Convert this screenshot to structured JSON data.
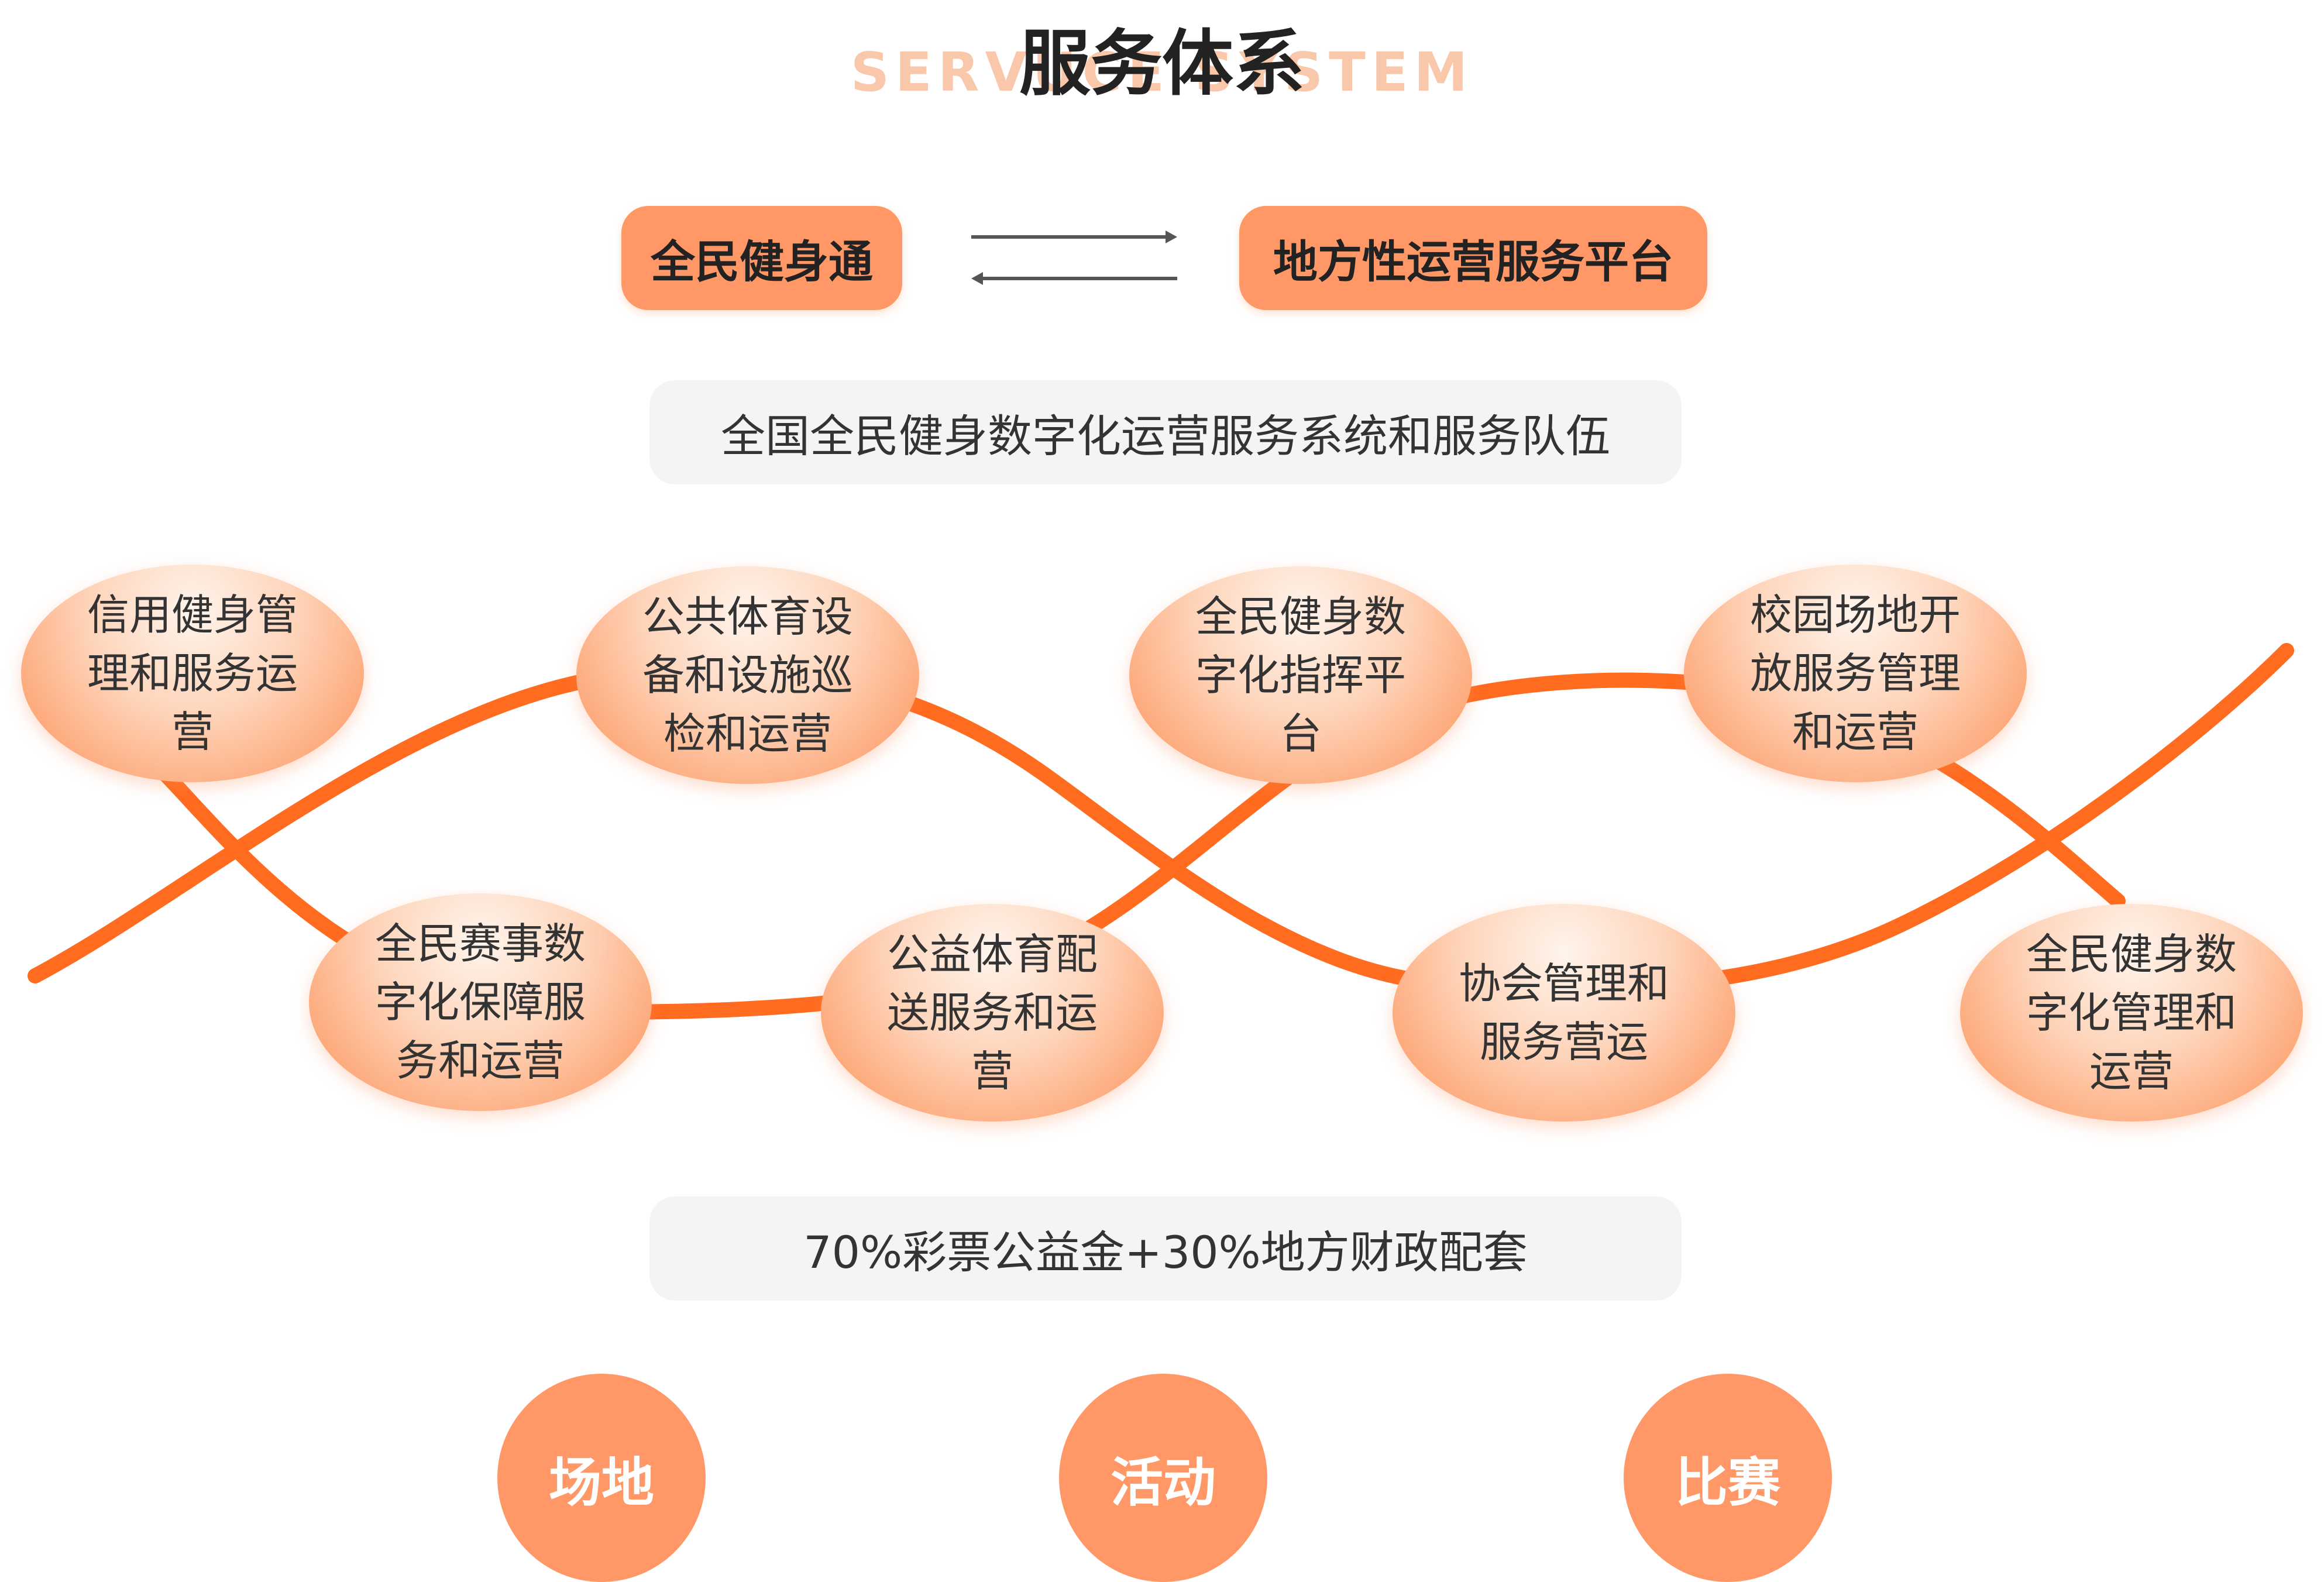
{
  "header": {
    "title": "服务体系",
    "subtitle_en": "SERVUCE SYSTEM"
  },
  "platforms": {
    "left": "全民健身通",
    "right": "地方性运营服务平台"
  },
  "banners": {
    "top": "全国全民健身数字化运营服务系统和服务队伍",
    "bottom": "70%彩票公益金+30%地方财政配套"
  },
  "nodes": [
    {
      "label": "信用健身管理和服务运营"
    },
    {
      "label": "全民赛事数字化保障服务和运营"
    },
    {
      "label": "公共体育设备和设施巡检和运营"
    },
    {
      "label": "公益体育配送服务和运营"
    },
    {
      "label": "全民健身数字化指挥平台"
    },
    {
      "label": "协会管理和服务营运"
    },
    {
      "label": "校园场地开放服务管理和运营"
    },
    {
      "label": "全民健身数字化管理和运营"
    }
  ],
  "pillars": [
    {
      "label": "场地"
    },
    {
      "label": "活动"
    },
    {
      "label": "比赛"
    }
  ],
  "colors": {
    "accent": "#ff9866",
    "wave": "#ff6b1f",
    "banner_bg": "#f4f4f4",
    "subtitle": "#f9c7aa"
  }
}
